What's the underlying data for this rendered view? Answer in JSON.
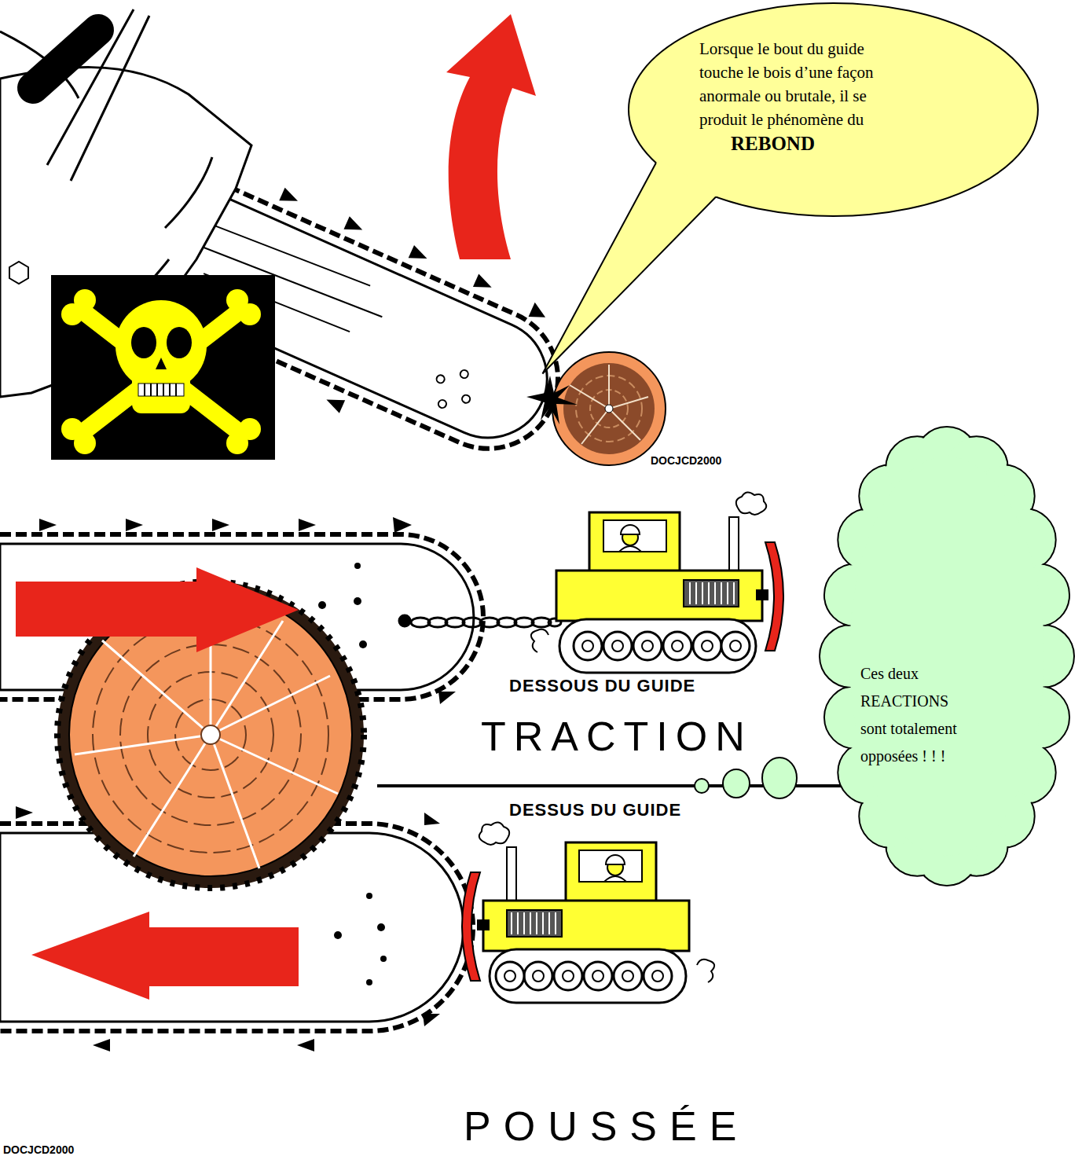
{
  "diagram": {
    "nodes": [
      {
        "text": [
          "Lorsque le bout du guide touche le bois d’une façon anormale ou brutale, il se produit le phénomène du",
          "REBOND"
        ]
      },
      {
        "text": [
          "Ces deux REACTIONS sont totalement opposées ! ! !"
        ]
      }
    ],
    "labels": [
      "DOCJCD2000",
      "DESSOUS DU GUIDE",
      "TRACTION",
      "DESSUS DU GUIDE",
      "POUSSÉE",
      "DOCJCD2000"
    ]
  }
}
